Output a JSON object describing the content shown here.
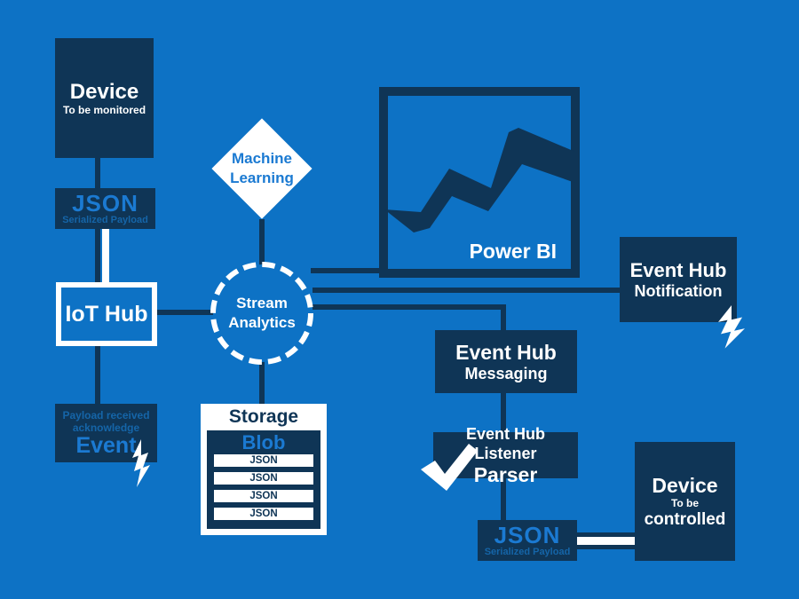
{
  "colors": {
    "background": "#0d72c5",
    "navy": "#0f3556",
    "accent_blue": "#1b7ad2",
    "muted_blue": "#1565a8",
    "white": "#ffffff"
  },
  "nodes": {
    "device_monitored": {
      "title": "Device",
      "subtitle": "To be monitored"
    },
    "json_serialized_in": {
      "title": "JSON",
      "subtitle": "Serialized Payload"
    },
    "iot_hub": {
      "title": "IoT Hub"
    },
    "payload_event": {
      "line1": "Payload received",
      "line2": "acknowledge",
      "title": "Event"
    },
    "machine_learning": {
      "line1": "Machine",
      "line2": "Learning"
    },
    "stream_analytics": {
      "line1": "Stream",
      "line2": "Analytics"
    },
    "storage": {
      "title": "Storage",
      "blob": "Blob",
      "rows": [
        "JSON",
        "JSON",
        "JSON",
        "JSON"
      ]
    },
    "power_bi": {
      "title": "Power BI"
    },
    "event_hub_notification": {
      "title": "Event Hub",
      "subtitle": "Notification"
    },
    "event_hub_messaging": {
      "title": "Event Hub",
      "subtitle": "Messaging"
    },
    "event_hub_listener": {
      "title": "Event Hub Listener",
      "subtitle": "Parser"
    },
    "json_serialized_out": {
      "title": "JSON",
      "subtitle": "Serialized Payload"
    },
    "device_controlled": {
      "title": "Device",
      "subtitle": "To be",
      "subtitle2": "controlled"
    }
  },
  "icons": {
    "event_ack_lightning": "lightning-bolt",
    "notification_lightning": "lightning-bolt",
    "parser_checkmark": "checkmark",
    "power_bi_trend": "trend-ribbon",
    "stream_analytics_ring": "dashed-circle",
    "machine_learning_diamond": "diamond"
  }
}
